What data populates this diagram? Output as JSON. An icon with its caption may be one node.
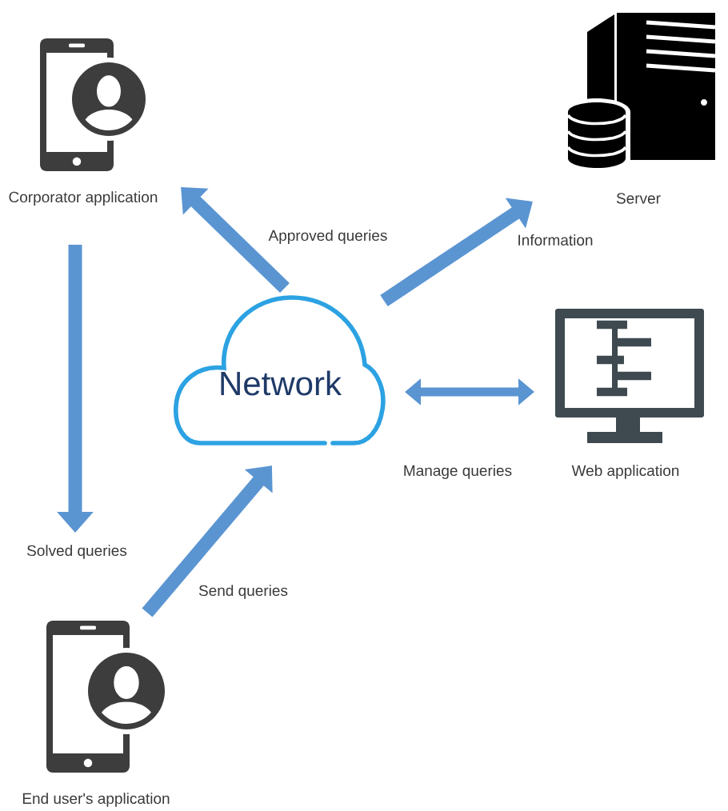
{
  "diagram": {
    "nodes": [
      {
        "text": [
          "Corporator application"
        ]
      },
      {
        "text": [
          "Server"
        ]
      },
      {
        "text": [
          "Network"
        ]
      },
      {
        "text": [
          "Web application"
        ]
      },
      {
        "text": [
          "End user's application"
        ]
      }
    ],
    "edges": [
      {
        "from": 2,
        "to": 0,
        "arrow": "to",
        "label": "Approved queries"
      },
      {
        "from": 2,
        "to": 1,
        "arrow": "to",
        "label": "Information"
      },
      {
        "from": 2,
        "to": 3,
        "arrow": "both",
        "label": "Manage queries"
      },
      {
        "from": 0,
        "to": 4,
        "arrow": "to",
        "label": "Solved queries"
      },
      {
        "from": 4,
        "to": 2,
        "arrow": "to",
        "label": "Send queries"
      }
    ]
  }
}
